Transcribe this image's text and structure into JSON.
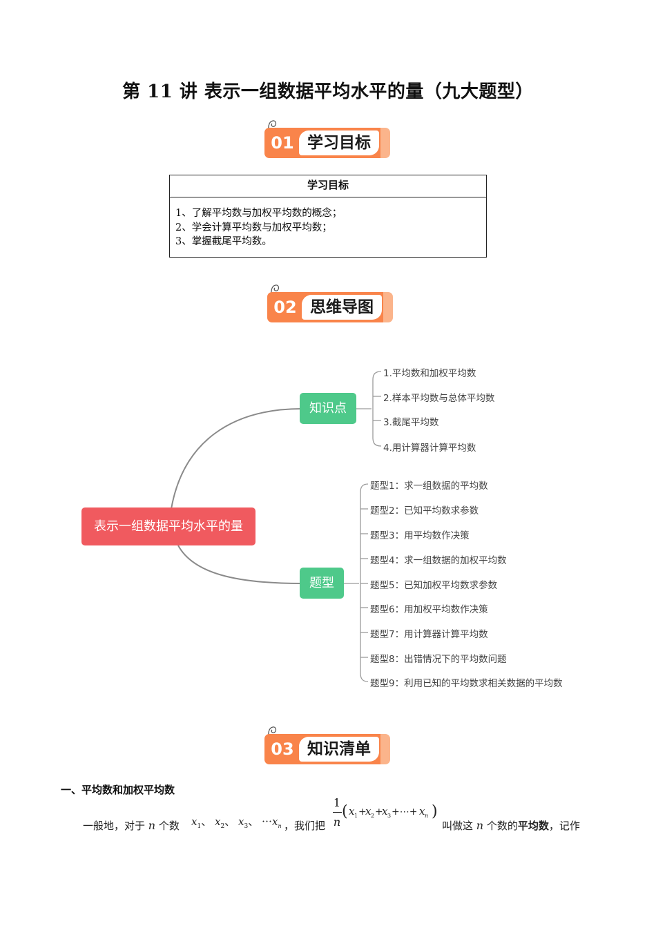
{
  "title": "第 11 讲  表示一组数据平均水平的量（九大题型）",
  "badges": [
    {
      "num": "01",
      "label": "学习目标"
    },
    {
      "num": "02",
      "label": "思维导图"
    },
    {
      "num": "03",
      "label": "知识清单"
    }
  ],
  "goals": {
    "header": "学习目标",
    "items": [
      "1、了解平均数与加权平均数的概念；",
      "2、学会计算平均数与加权平均数；",
      "3、掌握截尾平均数。"
    ]
  },
  "mindmap": {
    "root": "表示一组数据平均水平的量",
    "branch1": {
      "label": "知识点",
      "items": [
        "1.平均数和加权平均数",
        "2.样本平均数与总体平均数",
        "3.截尾平均数",
        "4.用计算器计算平均数"
      ]
    },
    "branch2": {
      "label": "题型",
      "items": [
        "题型1：求一组数据的平均数",
        "题型2：已知平均数求参数",
        "题型3：用平均数作决策",
        "题型4：求一组数据的加权平均数",
        "题型5：已知加权平均数求参数",
        "题型6：用加权平均数作决策",
        "题型7：用计算器计算平均数",
        "题型8：出错情况下的平均数问题",
        "题型9：利用已知的平均数求相关数据的平均数"
      ]
    },
    "colors": {
      "root": "#f05a5f",
      "branch": "#4ec98a",
      "line": "#8a8a8a"
    }
  },
  "section1": {
    "heading": "一、平均数和加权平均数",
    "para_a": "一般地，对于",
    "n": "n",
    "para_b": "个数",
    "seq": [
      "x",
      "1",
      "x",
      "2",
      "x",
      "3",
      "x",
      "n"
    ],
    "sep": "、",
    "dots": "⋯",
    "para_c": "，我们把",
    "frac_num": "1",
    "frac_den": "n",
    "para_d": "叫做这",
    "para_e": "个数的",
    "bold": "平均数",
    "para_f": "，记作"
  }
}
